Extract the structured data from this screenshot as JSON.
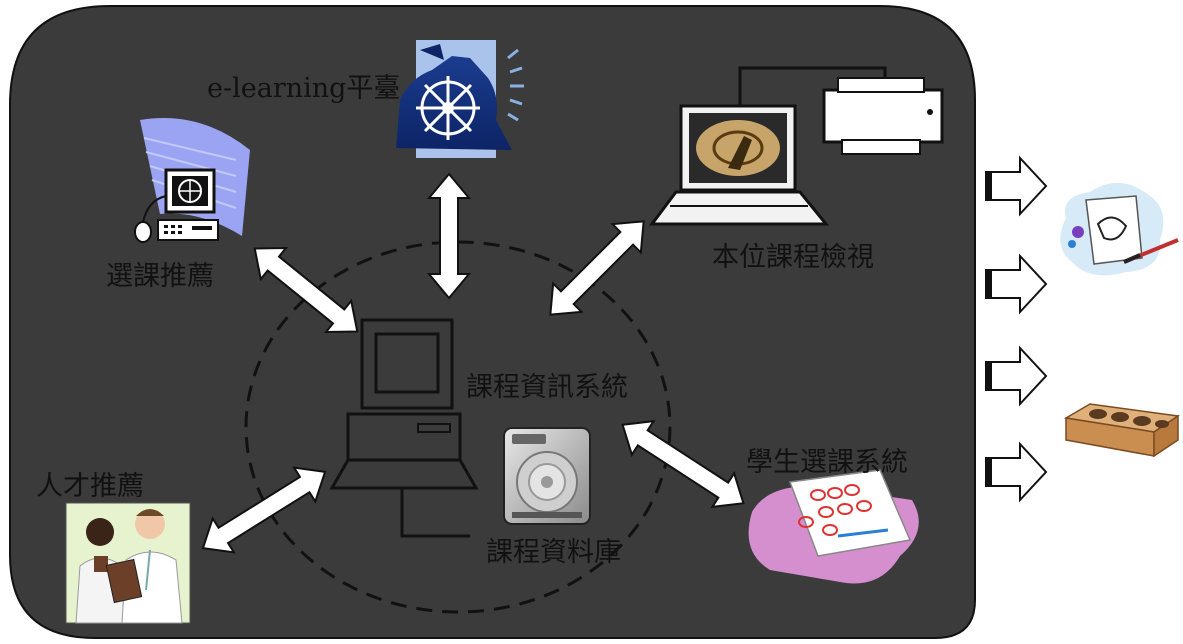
{
  "diagram": {
    "center_system": "課程資訊系統",
    "database": "課程資料庫",
    "nodes": {
      "elearning": "e-learning平臺",
      "course_review": "本位課程檢視",
      "course_recommend": "選課推薦",
      "talent_recommend": "人才推薦",
      "student_selection": "學生選課系統"
    }
  },
  "colors": {
    "panel_fill": "#3b3b3b",
    "panel_stroke": "#111111",
    "arrow_fill": "#ffffff",
    "outflow_arrow_fill": "#ffffff"
  },
  "icons": {
    "elearning": "ship-wheel-clipart-icon",
    "course_review": "laptop-printer-icon",
    "course_recommend": "computer-terminal-icon",
    "talent_recommend": "doctors-clipboard-photo-icon",
    "student_selection": "notepad-checklist-icon",
    "center_system": "desktop-computer-icon",
    "database": "hard-drive-icon",
    "output_1": "painting-palette-icon",
    "output_2": "chocolate-mold-tray-icon"
  }
}
